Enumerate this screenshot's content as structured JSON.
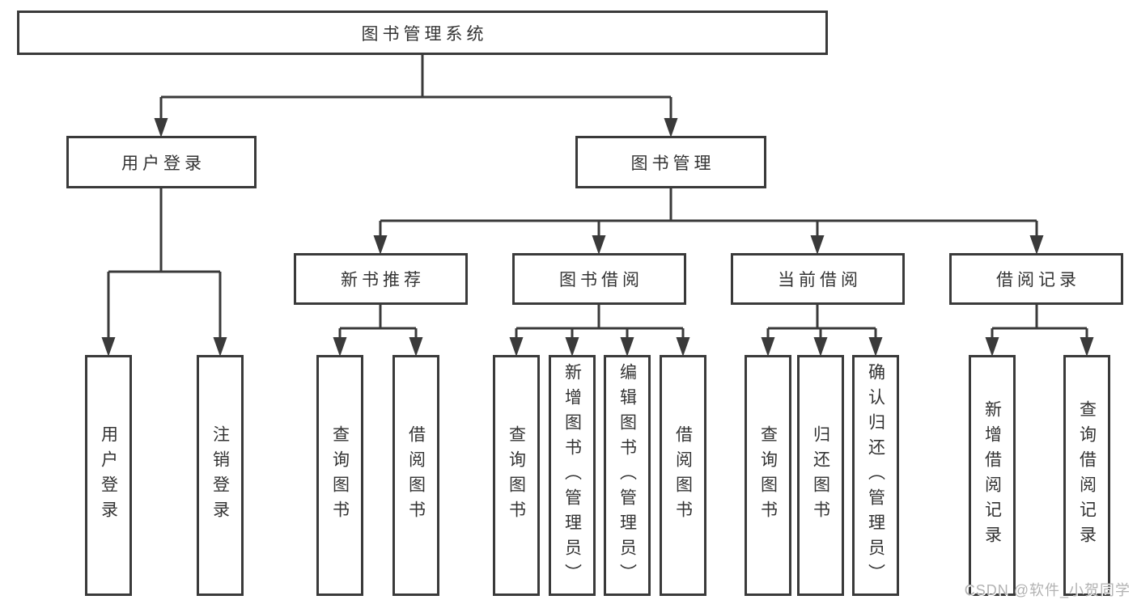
{
  "nodes": {
    "root": "图书管理系统",
    "user_login": {
      "label": "用户登录",
      "children": [
        "用户登录",
        "注销登录"
      ]
    },
    "book_management": {
      "label": "图书管理"
    },
    "new_book": {
      "label": "新书推荐",
      "children": [
        "查询图书",
        "借阅图书"
      ]
    },
    "borrow": {
      "label": "图书借阅",
      "children": [
        "查询图书",
        "新增图书（管理员）",
        "编辑图书（管理员）",
        "借阅图书"
      ]
    },
    "current": {
      "label": "当前借阅",
      "children": [
        "查询图书",
        "归还图书",
        "确认归还（管理员）"
      ]
    },
    "records": {
      "label": "借阅记录",
      "children": [
        "新增借阅记录",
        "查询借阅记录"
      ]
    },
    "watermark": "CSDN @软件_小贺同学"
  }
}
